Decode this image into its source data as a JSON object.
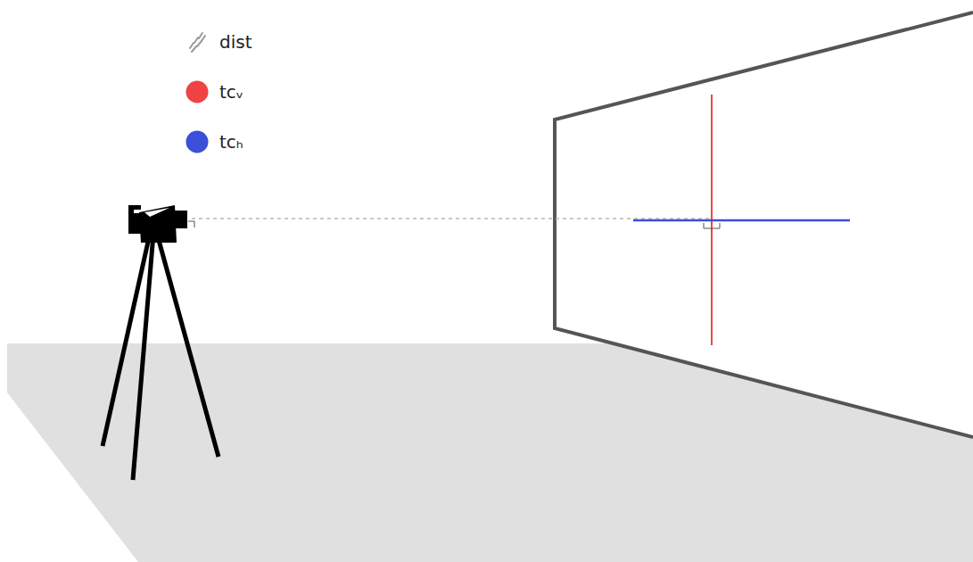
{
  "diagram": {
    "legend": [
      {
        "text": "dist"
      },
      {
        "text": "tcᵥ",
        "color": "#f04444"
      },
      {
        "text": "tcₕ",
        "color": "#3b4fd8"
      }
    ]
  }
}
